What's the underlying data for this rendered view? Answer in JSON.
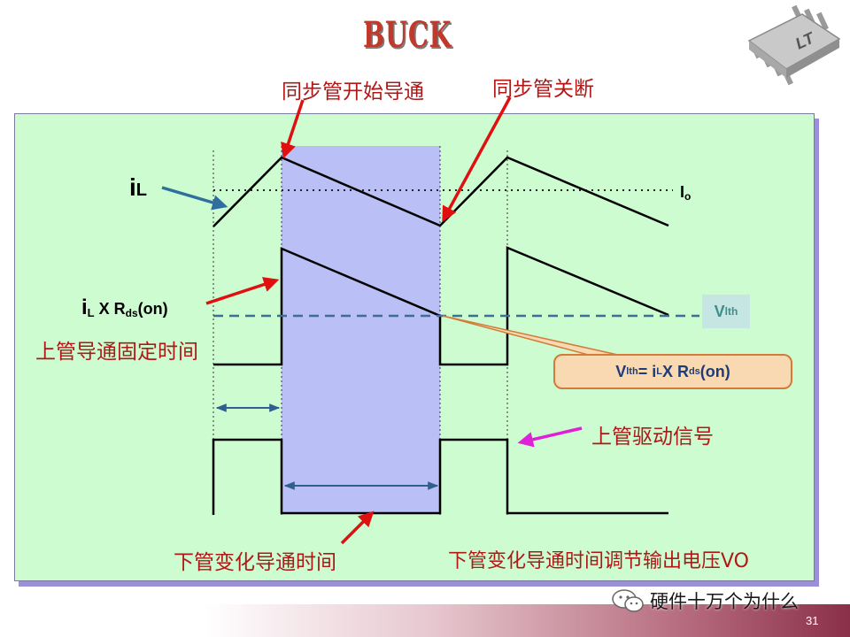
{
  "slide": {
    "title": "BUCK",
    "page_number": "31",
    "watermark": "硬件十万个为什么"
  },
  "labels": {
    "sync_on": "同步管开始导通",
    "sync_off": "同步管关断",
    "il": "i",
    "il_sub": "L",
    "io": "I",
    "io_sub": "o",
    "il_rds_i": "i",
    "il_rds_L": "L",
    "il_rds_x": " X R",
    "il_rds_ds": "ds",
    "il_rds_on": "(on)",
    "high_fixed": "上管导通固定时间",
    "vth_V": "V",
    "vth_sub": "lth",
    "eq_V": "V",
    "eq_lth": "lth",
    "eq_mid": " = i",
    "eq_L": "L",
    "eq_x": " X R",
    "eq_ds": "ds",
    "eq_on": "(on)",
    "high_drive": "上管驱动信号",
    "low_var": "下管变化导通时间",
    "low_var_adjust": "下管变化导通时间调节输出电压VO"
  },
  "colors": {
    "panel_bg": "#ccfcd0",
    "shade": "#b8b8f8",
    "red_arrow": "#e01010",
    "blue_arrow": "#2f6e9e",
    "dash_line": "#3d6e9a",
    "magenta_arrow": "#e020d8"
  },
  "icons": [
    "chip-logo-icon",
    "wechat-icon"
  ]
}
